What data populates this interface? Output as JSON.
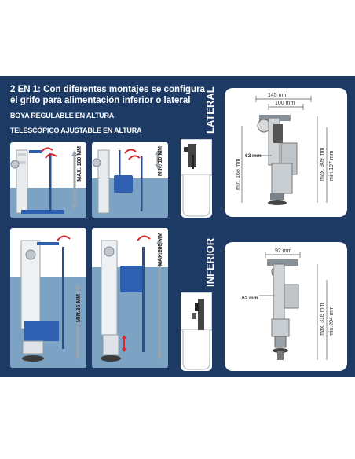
{
  "headline_line1": "2 EN 1: Con diferentes montajes se configura",
  "headline_line2": "el grifo para alimentación inferior o lateral",
  "subtitle_boya": "BOYA REGULABLE EN ALTURA",
  "subtitle_telescopico": "TELESCÓPICO AJUSTABLE EN ALTURA",
  "label_lateral": "LATERAL",
  "label_inferior": "INFERIOR",
  "dims": {
    "max_100": "MAX. 100 MM",
    "min_10": "MIN. 10 MM",
    "min_85": "MIN.85 MM",
    "max_285": "MAX.285 MM",
    "lat_145": "145 mm",
    "lat_100": "100 mm",
    "lat_62": "62 mm",
    "lat_min168": "min. 168 mm",
    "lat_max309": "max. 309 mm",
    "lat_min197": "min.197 mm",
    "inf_92": "92 mm",
    "inf_62": "62 mm",
    "inf_max316": "max. 316 mm",
    "inf_min204": "min.204 mm"
  },
  "colors": {
    "panel": "#1c3a63",
    "water": "#7da3c4",
    "valve_blue": "#2f5fb0",
    "accent_red": "#d9262a"
  }
}
